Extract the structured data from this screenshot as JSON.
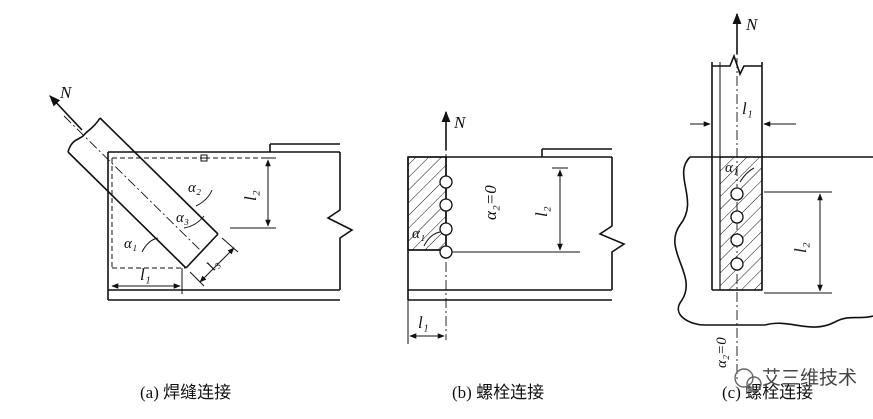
{
  "panels": [
    {
      "id": "a",
      "caption": "(a) 焊缝连接",
      "force": "N",
      "angles": [
        "α₂",
        "α₃",
        "α₁"
      ],
      "dims": [
        "l₂",
        "l₁",
        "l₃"
      ]
    },
    {
      "id": "b",
      "caption": "(b) 螺栓连接",
      "force": "N",
      "angle_label": "α₂=0",
      "angle": "α₁",
      "dims": [
        "l₂",
        "l₁"
      ]
    },
    {
      "id": "c",
      "caption": "(c) 螺栓连接",
      "force": "N",
      "angle_label": "α₂=0",
      "angle": "α₁",
      "dims": [
        "l₁",
        "l₂"
      ]
    }
  ],
  "watermark": "艾三维技术"
}
